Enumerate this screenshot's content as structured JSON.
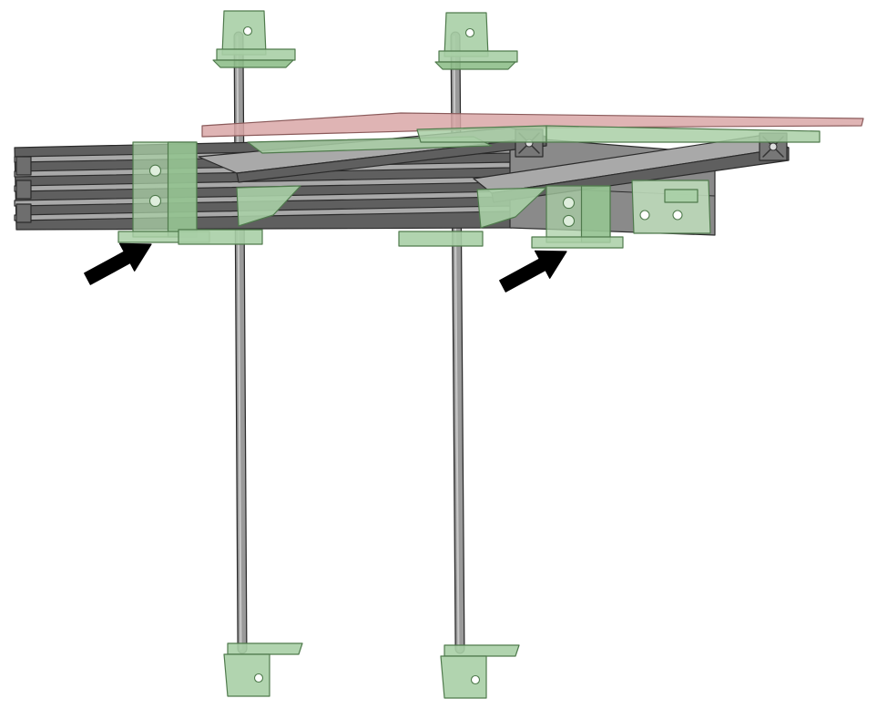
{
  "scene": {
    "colors": {
      "background": "#ffffff",
      "extrusion": "#8a8a8a",
      "extrusion_dark": "#5f5f5f",
      "extrusion_light": "#a9a9a9",
      "rod": "#9a9a9a",
      "printed_part": "#a9cfa6",
      "printed_part_edge": "#4f7a4c",
      "bed_plate": "#d9a7a7",
      "bed_plate_edge": "#8a5a5a",
      "arrow": "#000000",
      "line": "#2b2b2b"
    },
    "parts": {
      "rods": [
        "left-smooth-rod",
        "right-smooth-rod"
      ],
      "rod_mounts_top": [
        "left-top-rod-mount",
        "right-top-rod-mount"
      ],
      "rod_mounts_bottom": [
        "left-bottom-rod-mount",
        "right-bottom-rod-mount"
      ],
      "bearing_blocks": [
        "left-bearing-block",
        "right-bearing-block"
      ],
      "corner_brackets": [
        "left-corner-bracket",
        "right-corner-bracket"
      ],
      "endstop_bracket": "endstop-bracket",
      "bed_plate": "bed-plate",
      "frame": "aluminium-extrusion-frame"
    },
    "annotations": {
      "arrows": [
        "left-bearing-arrow",
        "right-bearing-arrow"
      ],
      "arrow_icon": "arrow-icon"
    }
  }
}
